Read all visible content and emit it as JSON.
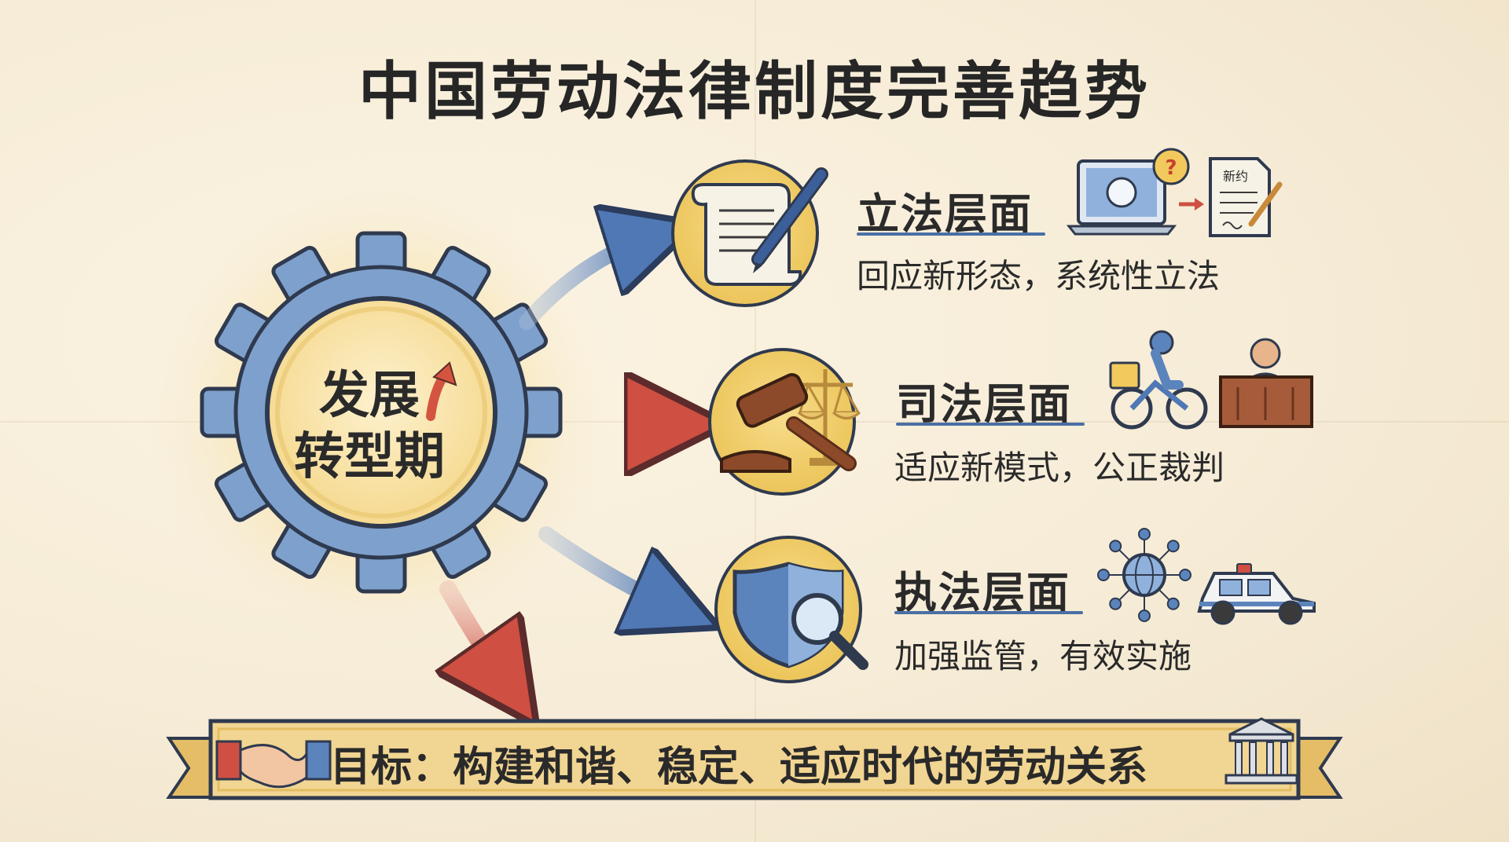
{
  "title": "中国劳动法律制度完善趋势",
  "hub": {
    "line1": "发展",
    "line2": "转型期",
    "icon": "gear-icon"
  },
  "levels": [
    {
      "title": "立法层面",
      "subtitle": "回应新形态，系统性立法",
      "icons": [
        "scroll-pen-icon",
        "laptop-question-icon",
        "contract-icon"
      ],
      "badge": "新约"
    },
    {
      "title": "司法层面",
      "subtitle": "适应新模式，公正裁判",
      "icons": [
        "gavel-scales-icon",
        "delivery-rider-icon",
        "judge-bench-icon"
      ]
    },
    {
      "title": "执法层面",
      "subtitle": "加强监管，有效实施",
      "icons": [
        "shield-magnifier-icon",
        "network-globe-icon",
        "police-car-icon"
      ]
    }
  ],
  "goal": {
    "text": "目标：构建和谐、稳定、适应时代的劳动关系",
    "icons": [
      "handshake-icon",
      "institution-icon"
    ]
  },
  "colors": {
    "blue": "#5b84bd",
    "red": "#d0574a",
    "gold": "#f2c95c",
    "banner": "#f1d592"
  }
}
